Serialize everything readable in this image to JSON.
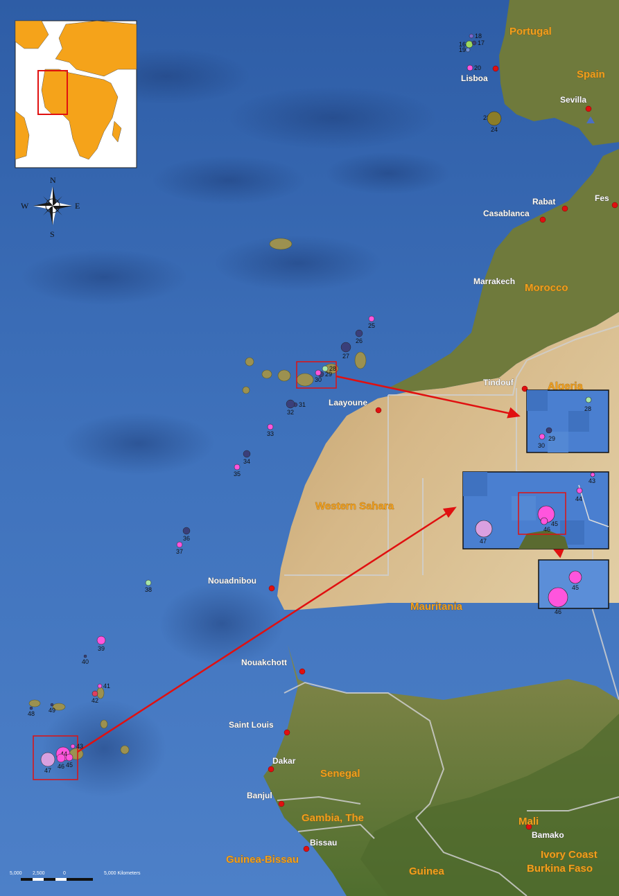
{
  "cities": [
    {
      "name": "Lisboa"
    },
    {
      "name": "Sevilla"
    },
    {
      "name": "Rabat"
    },
    {
      "name": "Casablanca"
    },
    {
      "name": "Fes"
    },
    {
      "name": "Marrakech"
    },
    {
      "name": "Tindouf"
    },
    {
      "name": "Laayoune"
    },
    {
      "name": "Nouadnibou"
    },
    {
      "name": "Nouakchott"
    },
    {
      "name": "Saint Louis"
    },
    {
      "name": "Dakar"
    },
    {
      "name": "Banjul"
    },
    {
      "name": "Bissau"
    },
    {
      "name": "Bamako"
    }
  ],
  "countries": [
    {
      "name": "Portugal"
    },
    {
      "name": "Spain"
    },
    {
      "name": "Morocco"
    },
    {
      "name": "Algeria"
    },
    {
      "name": "Western Sahara"
    },
    {
      "name": "Mauritania"
    },
    {
      "name": "Senegal"
    },
    {
      "name": "Gambia, The"
    },
    {
      "name": "Guinea-Bissau"
    },
    {
      "name": "Mali"
    },
    {
      "name": "Guinea"
    },
    {
      "name": "Ivory Coast"
    },
    {
      "name": "Burkina Faso"
    }
  ],
  "sites": [
    {
      "id": "16",
      "color": "#9dd95e"
    },
    {
      "id": "17",
      "color": "#3a3f7a"
    },
    {
      "id": "18",
      "color": "#7a66cc"
    },
    {
      "id": "19",
      "color": "#6c8fd8"
    },
    {
      "id": "20",
      "color": "#ff55dd"
    },
    {
      "id": "23",
      "color": "#2a5c30"
    },
    {
      "id": "24",
      "color": "#8b7d28"
    },
    {
      "id": "25",
      "color": "#ff55dd"
    },
    {
      "id": "26",
      "color": "#3a3f7a"
    },
    {
      "id": "27",
      "color": "#3a3f7a"
    },
    {
      "id": "28",
      "color": "#a8e6a8"
    },
    {
      "id": "29",
      "color": "#3a3f7a"
    },
    {
      "id": "30",
      "color": "#ff55dd"
    },
    {
      "id": "31",
      "color": "#3a3f7a"
    },
    {
      "id": "32",
      "color": "#3a3f7a"
    },
    {
      "id": "33",
      "color": "#ff55dd"
    },
    {
      "id": "34",
      "color": "#3a3f7a"
    },
    {
      "id": "35",
      "color": "#ff55dd"
    },
    {
      "id": "36",
      "color": "#3a3f7a"
    },
    {
      "id": "37",
      "color": "#ff55dd"
    },
    {
      "id": "38",
      "color": "#a8e6a8"
    },
    {
      "id": "39",
      "color": "#ff55dd"
    },
    {
      "id": "40",
      "color": "#3a3f7a"
    },
    {
      "id": "41",
      "color": "#ff55dd"
    },
    {
      "id": "42",
      "color": "#e04060"
    },
    {
      "id": "43",
      "color": "#ff55dd"
    },
    {
      "id": "44",
      "color": "#ff55dd"
    },
    {
      "id": "45",
      "color": "#ff55dd"
    },
    {
      "id": "46",
      "color": "#ff55dd"
    },
    {
      "id": "47",
      "color": "#d9a0e0"
    },
    {
      "id": "48",
      "color": "#3a3f7a"
    },
    {
      "id": "49",
      "color": "#3a3f7a"
    }
  ],
  "inset_canary": {
    "sites": [
      "28",
      "29",
      "30"
    ]
  },
  "inset_capeverde": {
    "sites": [
      "43",
      "44",
      "45",
      "46",
      "47"
    ]
  },
  "inset_zoom": {
    "sites": [
      "45",
      "46"
    ]
  },
  "compass": {
    "n": "N",
    "s": "S",
    "e": "E",
    "w": "W"
  },
  "scalebar": {
    "labels": [
      "5,000",
      "2,500",
      "0",
      "5,000 Kilometers"
    ]
  },
  "colors": {
    "ocean": "#3f6fb4",
    "land_north": "#6f7a3c",
    "desert": "#c8a56a",
    "savanna": "#5d7a35",
    "land_world": "#f5a31a",
    "city_dot": "#e01010",
    "leader": "#e01010"
  }
}
